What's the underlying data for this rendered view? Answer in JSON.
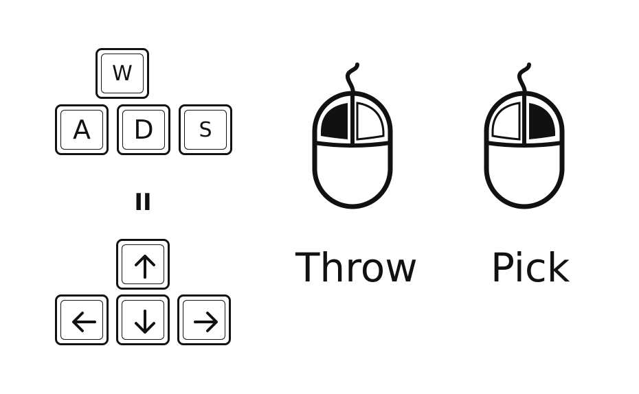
{
  "keys": {
    "w": "W",
    "a": "A",
    "d": "D",
    "s": "S"
  },
  "separator": "II",
  "arrows": {
    "up": "arrow-up-icon",
    "left": "arrow-left-icon",
    "down": "arrow-down-icon",
    "right": "arrow-right-icon"
  },
  "actions": {
    "throw_label": "Throw",
    "pick_label": "Pick"
  },
  "mice": {
    "throw_button": "left",
    "pick_button": "right"
  }
}
